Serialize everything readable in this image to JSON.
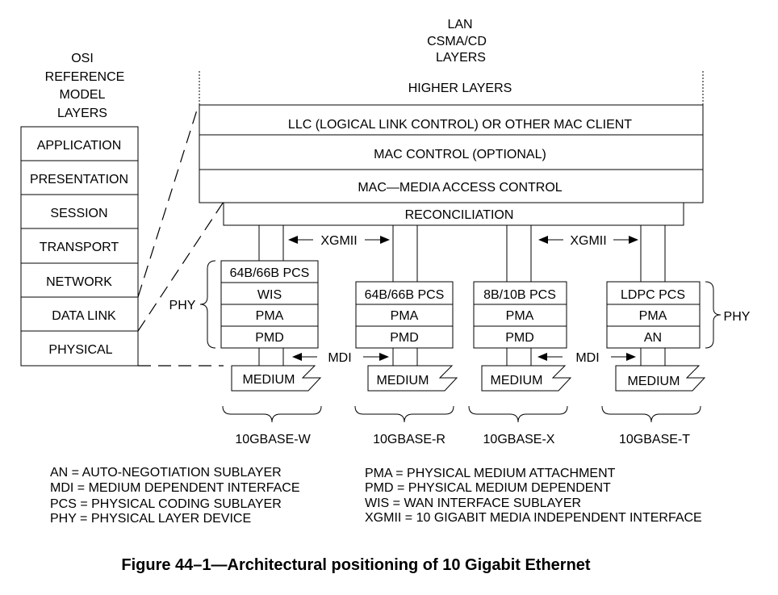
{
  "osi": {
    "title_lines": [
      "OSI",
      "REFERENCE",
      "MODEL",
      "LAYERS"
    ],
    "layers": [
      "APPLICATION",
      "PRESENTATION",
      "SESSION",
      "TRANSPORT",
      "NETWORK",
      "DATA LINK",
      "PHYSICAL"
    ]
  },
  "lan": {
    "title_lines": [
      "LAN",
      "CSMA/CD",
      "LAYERS"
    ],
    "higher_layers": "HIGHER LAYERS",
    "llc": "LLC (LOGICAL LINK CONTROL) OR OTHER MAC CLIENT",
    "mac_control": "MAC CONTROL (OPTIONAL)",
    "mac": "MAC—MEDIA ACCESS CONTROL",
    "reconciliation": "RECONCILIATION"
  },
  "interfaces": {
    "xgmii": "XGMII",
    "mdi": "MDI",
    "phy": "PHY"
  },
  "phys": [
    {
      "name": "10GBASE-W",
      "sublayers": [
        "64B/66B PCS",
        "WIS",
        "PMA",
        "PMD"
      ],
      "medium": "MEDIUM"
    },
    {
      "name": "10GBASE-R",
      "sublayers": [
        "64B/66B PCS",
        "PMA",
        "PMD"
      ],
      "medium": "MEDIUM"
    },
    {
      "name": "10GBASE-X",
      "sublayers": [
        "8B/10B PCS",
        "PMA",
        "PMD"
      ],
      "medium": "MEDIUM"
    },
    {
      "name": "10GBASE-T",
      "sublayers": [
        "LDPC PCS",
        "PMA",
        "AN"
      ],
      "medium": "MEDIUM"
    }
  ],
  "legend": {
    "left": [
      "AN = AUTO-NEGOTIATION SUBLAYER",
      "MDI = MEDIUM DEPENDENT INTERFACE",
      "PCS = PHYSICAL CODING SUBLAYER",
      "PHY = PHYSICAL LAYER DEVICE"
    ],
    "right": [
      "PMA = PHYSICAL MEDIUM ATTACHMENT",
      "PMD = PHYSICAL MEDIUM DEPENDENT",
      "WIS = WAN INTERFACE SUBLAYER",
      "XGMII = 10 GIGABIT MEDIA INDEPENDENT INTERFACE"
    ]
  },
  "caption": "Figure 44–1—Architectural positioning of 10 Gigabit Ethernet"
}
